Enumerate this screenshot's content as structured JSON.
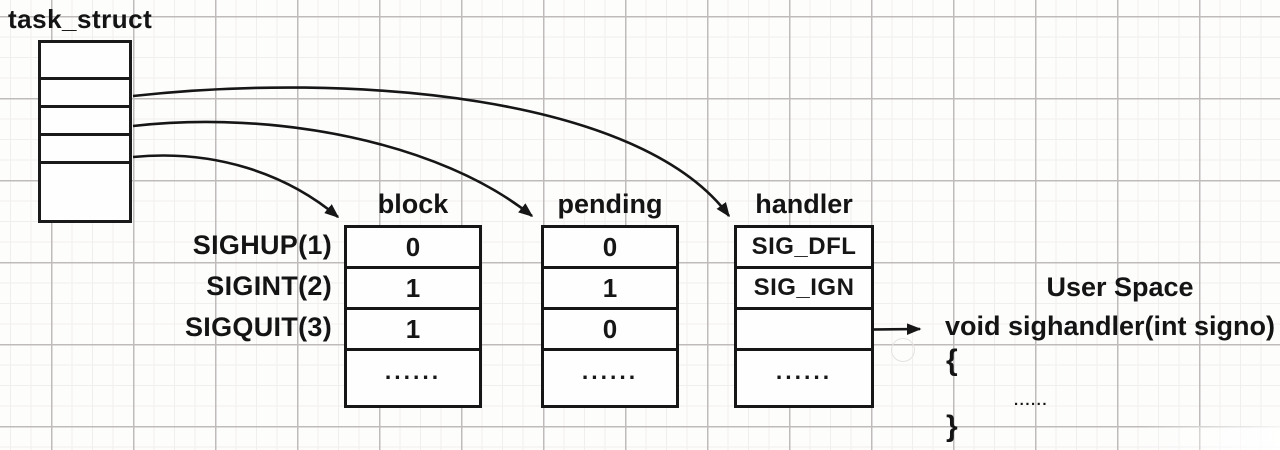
{
  "diagram": {
    "ink_color": "#1a1a1a",
    "task_struct": {
      "label": "task_struct",
      "cell_count": 5
    },
    "signal_rows": [
      "SIGHUP(1)",
      "SIGINT(2)",
      "SIGQUIT(3)"
    ],
    "columns": [
      {
        "header": "block",
        "values": [
          "0",
          "1",
          "1",
          "......"
        ]
      },
      {
        "header": "pending",
        "values": [
          "0",
          "1",
          "0",
          "......"
        ]
      },
      {
        "header": "handler",
        "values": [
          "SIG_DFL",
          "SIG_IGN",
          "",
          "......"
        ]
      }
    ],
    "arrows": [
      "task-struct-cell2-to-handler",
      "task-struct-cell3-to-pending",
      "task-struct-cell4-to-block",
      "handler-cell3-to-user-space-function"
    ],
    "user_space": {
      "title": "User Space",
      "code_line": "void sighandler(int signo)",
      "brace_open": "{",
      "body_dots": "......",
      "brace_close": "}"
    }
  }
}
